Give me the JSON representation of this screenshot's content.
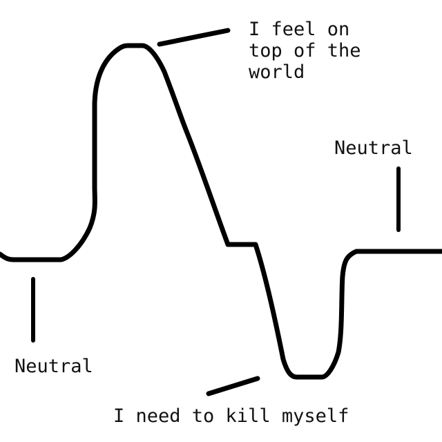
{
  "diagram": {
    "type": "mood-curve",
    "stroke_color": "#000000",
    "background": "#ffffff",
    "labels": {
      "top_peak": "I feel on\ntop of the\nworld",
      "left_neutral": "Neutral",
      "right_neutral": "Neutral",
      "bottom_trough": "I need to kill myself"
    }
  }
}
